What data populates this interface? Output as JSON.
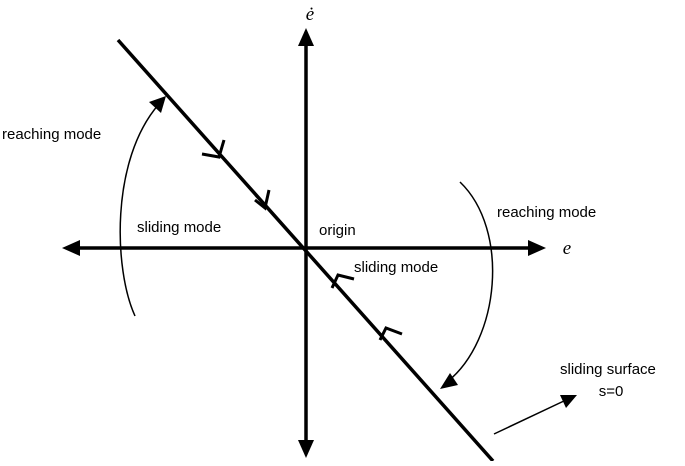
{
  "axes": {
    "x_symbol": "e",
    "y_symbol": "ė"
  },
  "labels": {
    "reaching_left": "reaching mode",
    "reaching_right": "reaching mode",
    "sliding_left": "sliding mode",
    "sliding_right": "sliding mode",
    "origin": "origin",
    "surface_line1": "sliding surface",
    "surface_line2": "s=0"
  },
  "colors": {
    "ink": "#000000",
    "background": "#ffffff"
  }
}
